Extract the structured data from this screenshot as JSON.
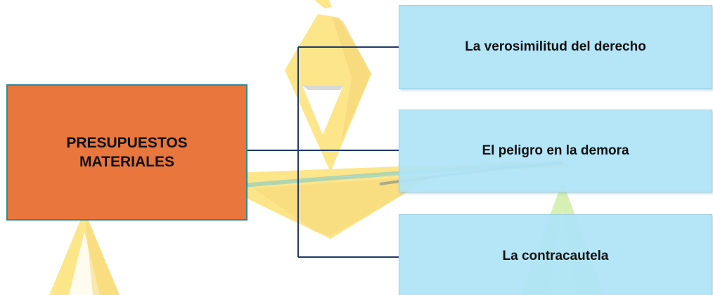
{
  "diagram": {
    "root": {
      "label": "PRESUPUESTOS MATERIALES"
    },
    "children": [
      {
        "label": "La verosimilitud del derecho"
      },
      {
        "label": "El peligro en la demora"
      },
      {
        "label": "La contracautela"
      }
    ]
  },
  "colors": {
    "root_fill": "#e8763d",
    "root_border": "#2a8a9a",
    "child_fill": "#aee4f7",
    "connector": "#1f3a66",
    "watermark_yellow": "#fde58a"
  },
  "watermark": {
    "icon": "scales-of-justice-icon"
  }
}
